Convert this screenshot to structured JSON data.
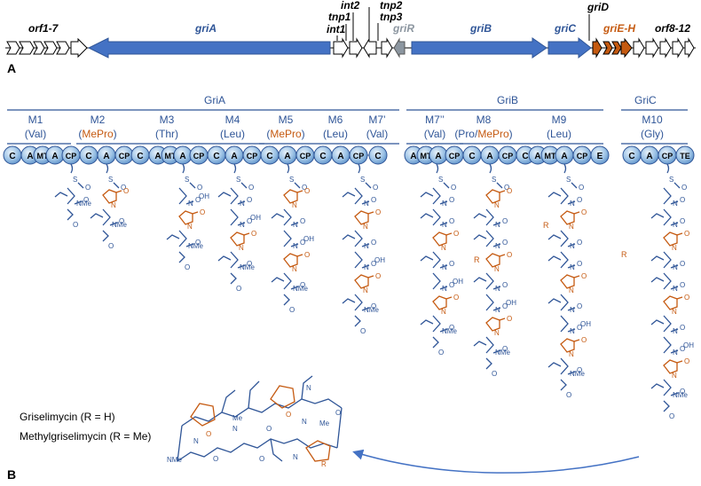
{
  "panel_labels": {
    "a": "A",
    "b": "B"
  },
  "genes": [
    {
      "label": "orf1-7",
      "color": "#000000"
    },
    {
      "label": "griA",
      "color": "#2f5597"
    },
    {
      "label": "int2",
      "color": "#000000"
    },
    {
      "label": "tnp1",
      "color": "#000000"
    },
    {
      "label": "int1",
      "color": "#000000"
    },
    {
      "label": "tnp2",
      "color": "#000000"
    },
    {
      "label": "tnp3",
      "color": "#000000"
    },
    {
      "label": "griR",
      "color": "#8c96a0"
    },
    {
      "label": "griB",
      "color": "#2f5597"
    },
    {
      "label": "griC",
      "color": "#2f5597"
    },
    {
      "label": "griD",
      "color": "#000000"
    },
    {
      "label": "griE-H",
      "color": "#c55a11"
    },
    {
      "label": "orf8-12",
      "color": "#000000"
    }
  ],
  "proteins": [
    "GriA",
    "GriB",
    "GriC"
  ],
  "modules": [
    {
      "name": "M1",
      "sub_parts": [
        {
          "t": "(Val)",
          "c": "#2f5597"
        }
      ]
    },
    {
      "name": "M2",
      "sub_parts": [
        {
          "t": "(",
          "c": "#2f5597"
        },
        {
          "t": "MePro",
          "c": "#c55a11"
        },
        {
          "t": ")",
          "c": "#2f5597"
        }
      ]
    },
    {
      "name": "M3",
      "sub_parts": [
        {
          "t": "(Thr)",
          "c": "#2f5597"
        }
      ]
    },
    {
      "name": "M4",
      "sub_parts": [
        {
          "t": "(Leu)",
          "c": "#2f5597"
        }
      ]
    },
    {
      "name": "M5",
      "sub_parts": [
        {
          "t": "(",
          "c": "#2f5597"
        },
        {
          "t": "MePro",
          "c": "#c55a11"
        },
        {
          "t": ")",
          "c": "#2f5597"
        }
      ]
    },
    {
      "name": "M6",
      "sub_parts": [
        {
          "t": "(Leu)",
          "c": "#2f5597"
        }
      ]
    },
    {
      "name": "M7’",
      "sub_parts": [
        {
          "t": "(Val)",
          "c": "#2f5597"
        }
      ]
    },
    {
      "name": "M7’’",
      "sub_parts": [
        {
          "t": "(Val)",
          "c": "#2f5597"
        }
      ]
    },
    {
      "name": "M8",
      "sub_parts": [
        {
          "t": "(Pro/",
          "c": "#2f5597"
        },
        {
          "t": "MePro",
          "c": "#c55a11"
        },
        {
          "t": ")",
          "c": "#2f5597"
        }
      ]
    },
    {
      "name": "M9",
      "sub_parts": [
        {
          "t": "(Leu)",
          "c": "#2f5597"
        }
      ]
    },
    {
      "name": "M10",
      "sub_parts": [
        {
          "t": "(Gly)",
          "c": "#2f5597"
        }
      ]
    }
  ],
  "domains": {
    "row1": [
      "C",
      "A",
      "MT",
      "A",
      "CP",
      "C",
      "A",
      "CP",
      "C",
      "A",
      "MT",
      "A",
      "CP",
      "C",
      "A",
      "CP",
      "C",
      "A",
      "CP",
      "C",
      "A",
      "CP",
      "C"
    ],
    "row2": [
      "A",
      "MT",
      "A",
      "CP",
      "C",
      "A",
      "CP",
      "C",
      "A",
      "MT",
      "A",
      "CP",
      "E"
    ],
    "row3": [
      "C",
      "A",
      "CP",
      "TE"
    ]
  },
  "chem_labels": {
    "nme": "NMe",
    "me": "Me",
    "n": "N",
    "o": "O",
    "oh": "OH",
    "s": "S",
    "r": "R",
    "nh": "N",
    "h": "H"
  },
  "legend": {
    "line1": "Griselimycin (R = H)",
    "line2": "Methylgriselimycin (R = Me)"
  },
  "colors": {
    "blue": "#2f5597",
    "orange": "#c55a11",
    "gray": "#8c96a0",
    "domain_fill": "#9dc3e6",
    "gene_blue": "#4472c4"
  }
}
